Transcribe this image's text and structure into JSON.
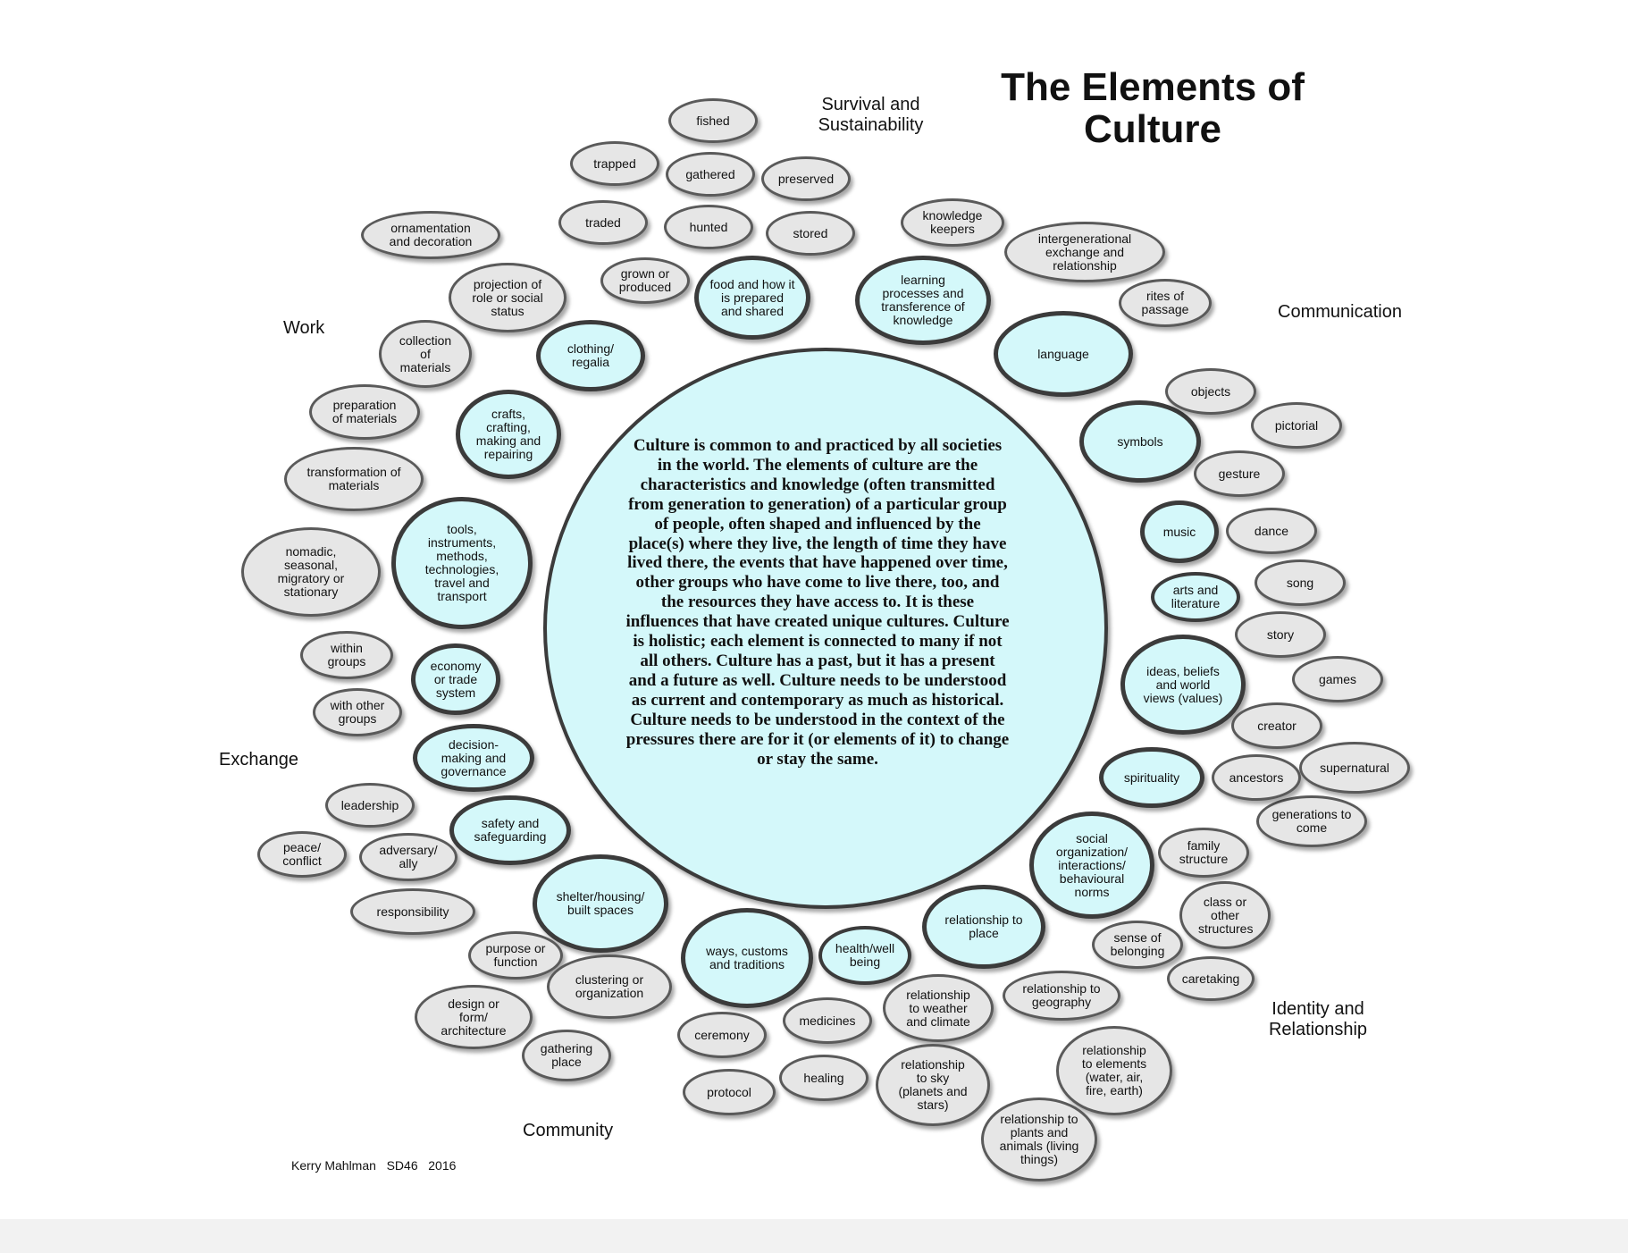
{
  "title": "The Elements of Culture",
  "credit": "Kerry Mahlman   SD46   2016",
  "center_text": "Culture is common to and practiced by all societies in the world. The elements of culture are the characteristics and knowledge (often transmitted from generation to generation) of a particular group of people, often shaped and influenced by the place(s) where they live, the length of time they have lived there, the events that have happened over time, other groups who have come to live there, too, and the resources they have access to.  It is these influences that have created unique cultures.  Culture is holistic; each element is connected to many if not all others. Culture has a past, but it has a present and a future as well. Culture needs to be understood as current and contemporary as much as historical.  Culture needs to be understood in the context of the pressures there are for it (or elements of it) to change or stay the same.",
  "categories": {
    "survival": "Survival and Sustainability",
    "communication": "Communication",
    "work": "Work",
    "exchange": "Exchange",
    "community": "Community",
    "identity": "Identity and Relationship"
  },
  "primary": [
    "food and how it is prepared and shared",
    "learning processes and transference of knowledge",
    "language",
    "symbols",
    "music",
    "arts and literature",
    "ideas, beliefs and world views (values)",
    "spirituality",
    "social organization/ interactions/ behavioural norms",
    "relationship to place",
    "health/well being",
    "ways, customs and traditions",
    "shelter/housing/ built spaces",
    "safety and safeguarding",
    "decision-making and governance",
    "economy or trade system",
    "tools, instruments, methods, technologies, travel and transport",
    "crafts, crafting, making and repairing",
    "clothing/ regalia"
  ],
  "secondary": [
    "fished",
    "trapped",
    "gathered",
    "preserved",
    "traded",
    "hunted",
    "stored",
    "grown or produced",
    "ornamentation and decoration",
    "projection of role or social status",
    "collection of materials",
    "preparation of materials",
    "transformation of materials",
    "nomadic, seasonal, migratory or stationary",
    "within groups",
    "with other groups",
    "leadership",
    "peace/ conflict",
    "adversary/ ally",
    "responsibility",
    "purpose or function",
    "clustering or organization",
    "design or form/ architecture",
    "gathering place",
    "ceremony",
    "protocol",
    "medicines",
    "healing",
    "relationship to weather and climate",
    "relationship to sky (planets and stars)",
    "relationship to geography",
    "relationship to elements (water, air, fire, earth)",
    "relationship to plants and animals (living things)",
    "sense of belonging",
    "caretaking",
    "class or other structures",
    "family structure",
    "generations to come",
    "ancestors",
    "supernatural",
    "creator",
    "games",
    "story",
    "song",
    "dance",
    "gesture",
    "pictorial",
    "objects",
    "rites of passage",
    "intergenerational exchange and relationship",
    "knowledge keepers"
  ],
  "colors": {
    "primary_fill": "#d4f8fa",
    "secondary_fill": "#e6e6e6",
    "outline": "#3b3b3b"
  }
}
